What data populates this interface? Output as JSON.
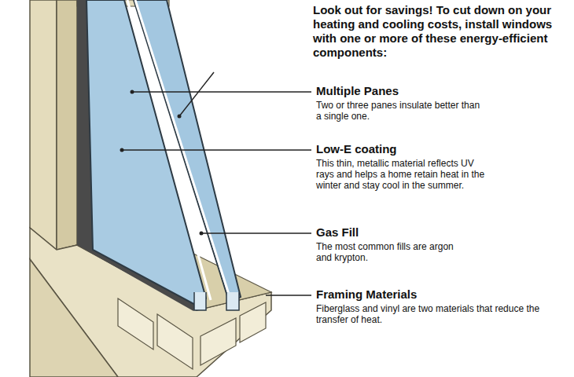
{
  "diagram": {
    "title": "Look out for savings! To cut down on your heating and cooling costs, install windows with one or more of these energy-efficient components:",
    "labels": [
      "Multiple Panes",
      "Two or three panes insulate better than a single one.",
      "Low-E coating",
      "This thin, metallic material reflects UV rays and helps a home retain heat in the winter and stay cool in the summer.",
      "Gas Fill",
      "The most common fills are argon and krypton.",
      "Framing Materials",
      "Fiberglass and vinyl are two materials that reduce the transfer of heat."
    ]
  }
}
